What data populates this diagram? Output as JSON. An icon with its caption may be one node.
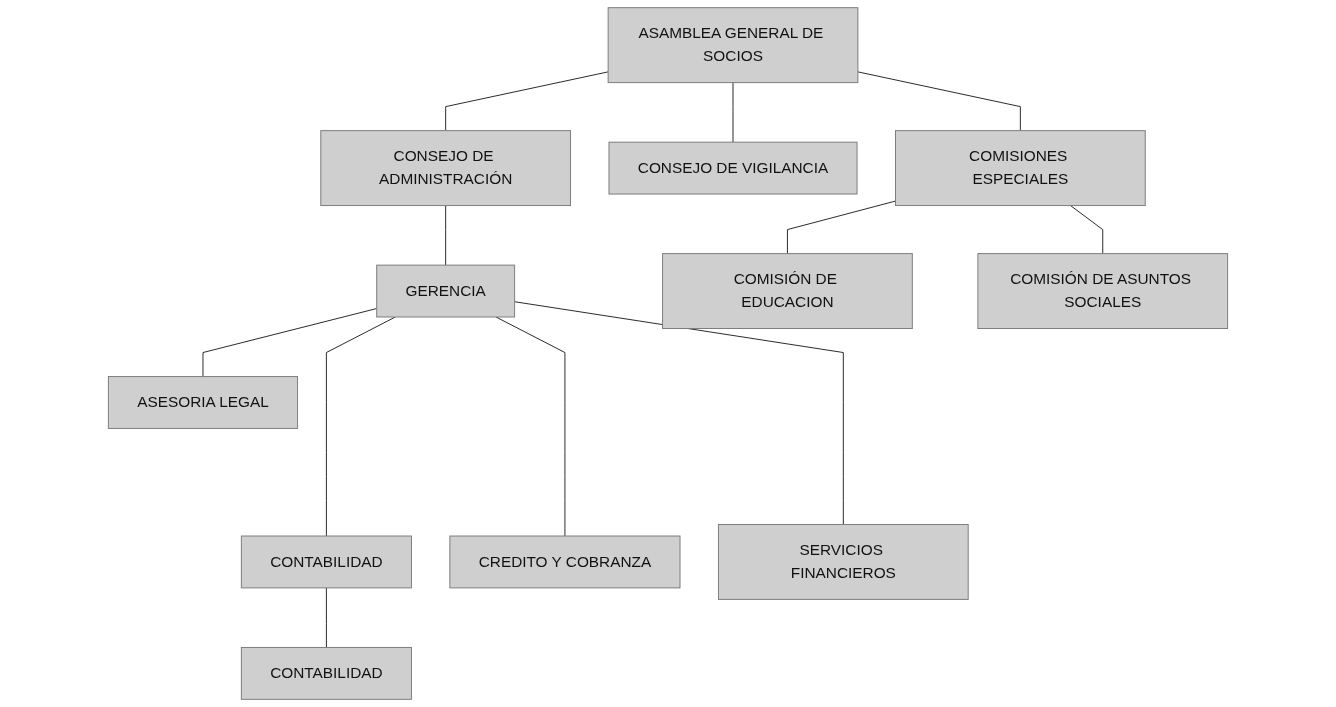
{
  "diagram": {
    "nodes": [
      {
        "text": [
          "ASAMBLEA GENERAL DE SOCIOS"
        ]
      },
      {
        "text": [
          "CONSEJO DE ADMINISTRACIÓN"
        ]
      },
      {
        "text": [
          "CONSEJO DE VIGILANCIA"
        ]
      },
      {
        "text": [
          "COMISIONES ESPECIALES"
        ]
      },
      {
        "text": [
          "GERENCIA"
        ]
      },
      {
        "text": [
          "COMISIÓN DE EDUCACION"
        ]
      },
      {
        "text": [
          "COMISIÓN DE ASUNTOS SOCIALES"
        ]
      },
      {
        "text": [
          "ASESORIA LEGAL"
        ]
      },
      {
        "text": [
          "CONTABILIDAD"
        ]
      },
      {
        "text": [
          "CREDITO Y COBRANZA"
        ]
      },
      {
        "text": [
          "SERVICIOS FINANCIEROS"
        ]
      },
      {
        "text": [
          "CONTABILIDAD"
        ]
      }
    ],
    "edges": [
      {
        "from": 0,
        "to": 1,
        "arrow": "none"
      },
      {
        "from": 0,
        "to": 2,
        "arrow": "none"
      },
      {
        "from": 0,
        "to": 3,
        "arrow": "none"
      },
      {
        "from": 1,
        "to": 4,
        "arrow": "none"
      },
      {
        "from": 3,
        "to": 5,
        "arrow": "none"
      },
      {
        "from": 3,
        "to": 6,
        "arrow": "none"
      },
      {
        "from": 4,
        "to": 7,
        "arrow": "none"
      },
      {
        "from": 4,
        "to": 8,
        "arrow": "none"
      },
      {
        "from": 4,
        "to": 9,
        "arrow": "none"
      },
      {
        "from": 4,
        "to": 10,
        "arrow": "none"
      },
      {
        "from": 8,
        "to": 11,
        "arrow": "none"
      }
    ]
  }
}
